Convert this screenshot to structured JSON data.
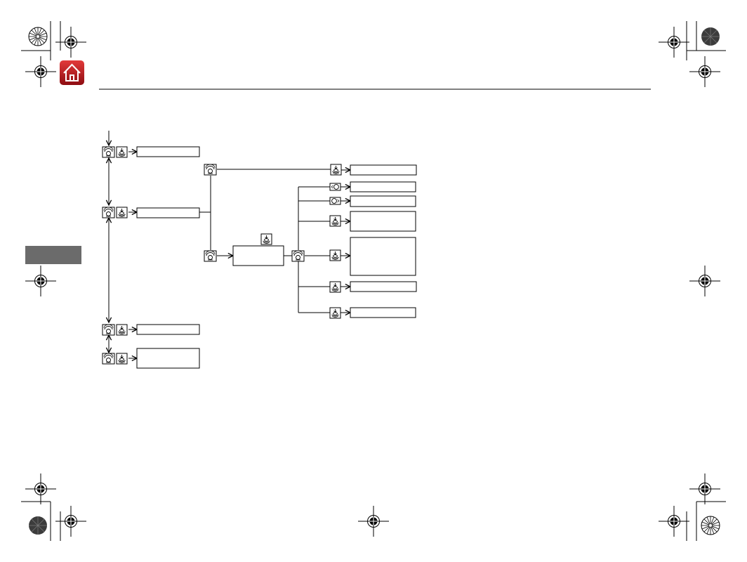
{
  "colors": {
    "ink": "#000000",
    "home_red": "#c8141c",
    "home_red_dark": "#7c0a0e",
    "side_tab": "#6b6b6b",
    "rosette_dark": "#3c3c3c"
  },
  "icons": {
    "home": "home-icon",
    "knob_rotate": "interface-dial-rotate-icon",
    "knob_push": "interface-dial-push-icon",
    "knob_left": "interface-dial-move-left-icon",
    "knob_right": "interface-dial-move-right-icon",
    "registration": "registration-mark-icon"
  },
  "diagram": {
    "main_menu": [
      {
        "id": "m1",
        "label": ""
      },
      {
        "id": "m2",
        "label": ""
      },
      {
        "id": "m3",
        "label": ""
      },
      {
        "id": "m4",
        "label": ""
      }
    ],
    "submenu": [
      {
        "id": "s1",
        "label": ""
      },
      {
        "id": "s2",
        "label": ""
      }
    ],
    "setting_boxes": [
      {
        "id": "r1",
        "label": ""
      },
      {
        "id": "r2",
        "label": ""
      },
      {
        "id": "r3",
        "label": ""
      },
      {
        "id": "r4",
        "label": ""
      },
      {
        "id": "r5",
        "label": ""
      },
      {
        "id": "r6",
        "label": ""
      },
      {
        "id": "r7",
        "label": ""
      }
    ]
  }
}
